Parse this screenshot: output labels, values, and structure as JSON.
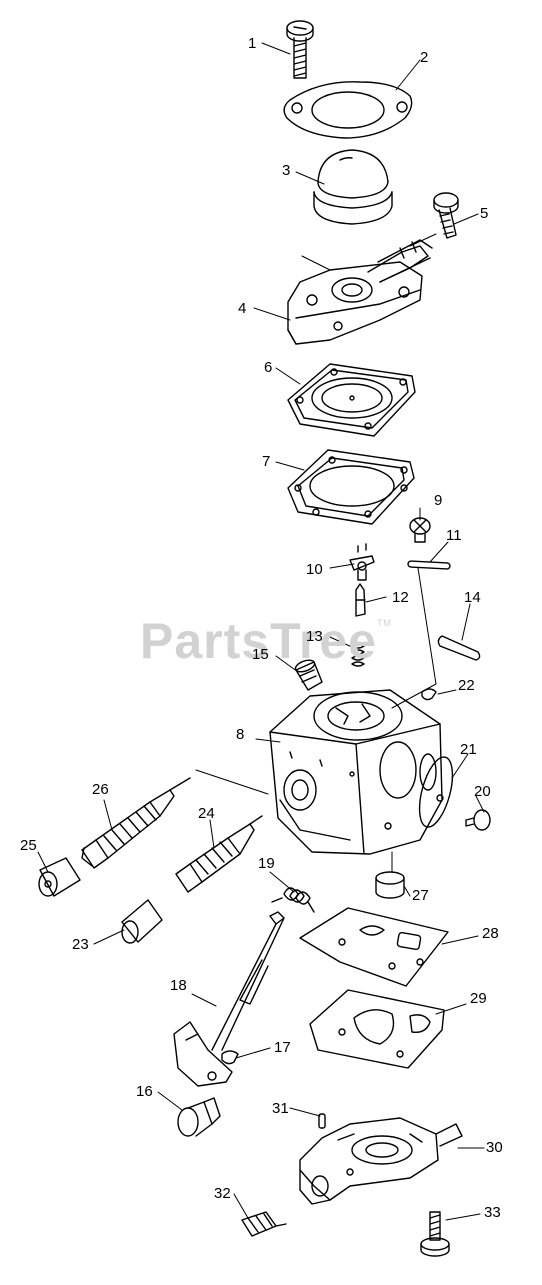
{
  "watermark": {
    "text": "PartsTree",
    "mark": "TM"
  },
  "parts": [
    {
      "id": "part-1",
      "label": "1"
    },
    {
      "id": "part-2",
      "label": "2"
    },
    {
      "id": "part-3",
      "label": "3"
    },
    {
      "id": "part-4",
      "label": "4"
    },
    {
      "id": "part-5",
      "label": "5"
    },
    {
      "id": "part-6",
      "label": "6"
    },
    {
      "id": "part-7",
      "label": "7"
    },
    {
      "id": "part-8",
      "label": "8"
    },
    {
      "id": "part-9",
      "label": "9"
    },
    {
      "id": "part-10",
      "label": "10"
    },
    {
      "id": "part-11",
      "label": "11"
    },
    {
      "id": "part-12",
      "label": "12"
    },
    {
      "id": "part-13",
      "label": "13"
    },
    {
      "id": "part-14",
      "label": "14"
    },
    {
      "id": "part-15",
      "label": "15"
    },
    {
      "id": "part-16",
      "label": "16"
    },
    {
      "id": "part-17",
      "label": "17"
    },
    {
      "id": "part-18",
      "label": "18"
    },
    {
      "id": "part-19",
      "label": "19"
    },
    {
      "id": "part-20",
      "label": "20"
    },
    {
      "id": "part-21",
      "label": "21"
    },
    {
      "id": "part-22",
      "label": "22"
    },
    {
      "id": "part-23",
      "label": "23"
    },
    {
      "id": "part-24",
      "label": "24"
    },
    {
      "id": "part-25",
      "label": "25"
    },
    {
      "id": "part-26",
      "label": "26"
    },
    {
      "id": "part-27",
      "label": "27"
    },
    {
      "id": "part-28",
      "label": "28"
    },
    {
      "id": "part-29",
      "label": "29"
    },
    {
      "id": "part-30",
      "label": "30"
    },
    {
      "id": "part-31",
      "label": "31"
    },
    {
      "id": "part-32",
      "label": "32"
    },
    {
      "id": "part-33",
      "label": "33"
    }
  ]
}
